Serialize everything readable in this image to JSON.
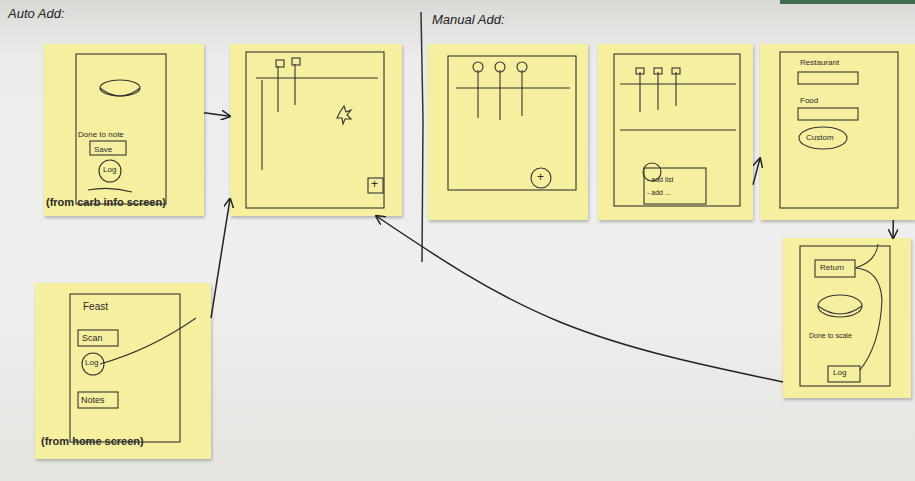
{
  "diagram": {
    "nodes": [
      {
        "text": [
          "Done to note",
          "Save",
          "Log",
          "(from carb info screen)"
        ]
      },
      {
        "text": [
          "+"
        ]
      },
      {
        "text": [
          "+"
        ]
      },
      {
        "text": [
          "- add list",
          "- add ..."
        ]
      },
      {
        "text": [
          "Restaurant",
          "Food",
          "Custom"
        ]
      },
      {
        "text": [
          "Feast",
          "Scan",
          "Log",
          "Notes",
          "(from home screen)"
        ]
      },
      {
        "text": [
          "Return",
          "Done to scale",
          "Log"
        ]
      }
    ],
    "edges": [
      {
        "from": 0,
        "to": 1,
        "arrow": "to"
      },
      {
        "from": 5,
        "to": 1,
        "arrow": "to"
      },
      {
        "from": 3,
        "to": 4,
        "arrow": "to"
      },
      {
        "from": 4,
        "to": 6,
        "arrow": "to"
      },
      {
        "from": 6,
        "to": 1,
        "arrow": "to"
      }
    ],
    "labels": [
      "Auto Add:",
      "Manual Add:"
    ]
  }
}
